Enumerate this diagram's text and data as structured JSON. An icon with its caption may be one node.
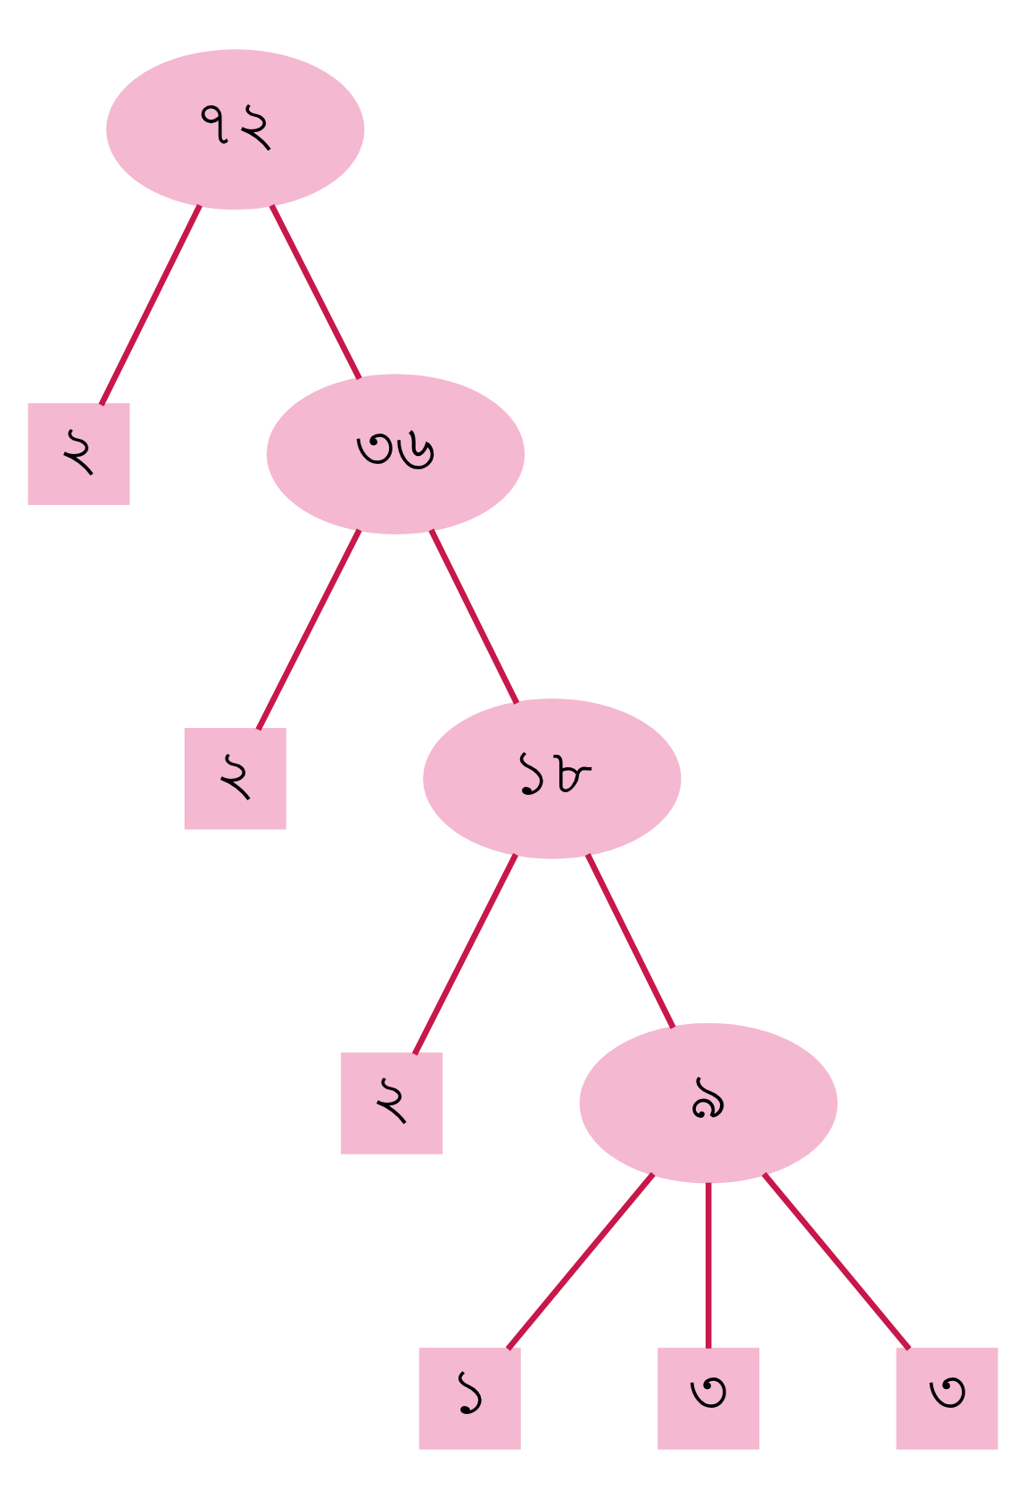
{
  "diagram": {
    "nodes": [
      {
        "text": [
          "৭২"
        ]
      },
      {
        "text": [
          "২"
        ]
      },
      {
        "text": [
          "৩৬"
        ]
      },
      {
        "text": [
          "২"
        ]
      },
      {
        "text": [
          "১৮"
        ]
      },
      {
        "text": [
          "২"
        ]
      },
      {
        "text": [
          "৯"
        ]
      },
      {
        "text": [
          "১"
        ]
      },
      {
        "text": [
          "৩"
        ]
      },
      {
        "text": [
          "৩"
        ]
      }
    ],
    "edges": [
      {
        "from": 0,
        "to": 1,
        "arrow": "none"
      },
      {
        "from": 0,
        "to": 2,
        "arrow": "none"
      },
      {
        "from": 2,
        "to": 3,
        "arrow": "none"
      },
      {
        "from": 2,
        "to": 4,
        "arrow": "none"
      },
      {
        "from": 4,
        "to": 5,
        "arrow": "none"
      },
      {
        "from": 4,
        "to": 6,
        "arrow": "none"
      },
      {
        "from": 6,
        "to": 7,
        "arrow": "none"
      },
      {
        "from": 6,
        "to": 8,
        "arrow": "none"
      },
      {
        "from": 6,
        "to": 9,
        "arrow": "none"
      }
    ]
  }
}
